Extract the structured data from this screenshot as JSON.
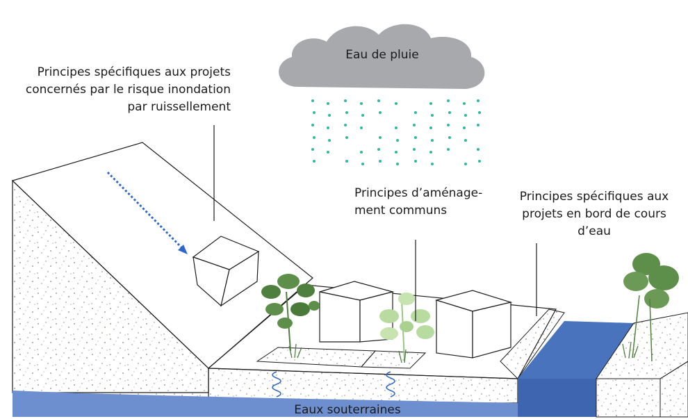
{
  "cloud_label": "Eau de pluie",
  "runoff_principles": {
    "line1": "Principes spécifiques aux projets",
    "line2": "concernés par le risque inondation",
    "line3": "par ruissellement"
  },
  "common_principles": {
    "line1": "Principes d’aménage-",
    "line2": "ment communs"
  },
  "riverside_principles": {
    "line1": "Principes spécifiques aux",
    "line2": "projets en bord de cours",
    "line3": "d’eau"
  },
  "groundwater_label": "Eaux souterraines",
  "colors": {
    "cloud": "#a7a9ac",
    "rain": "#2fb8a0",
    "runoff_arrow": "#2e66c9",
    "water": "#4a73bd",
    "groundwater": "#6d8fd0",
    "tree_dark": "#4f7f3e",
    "tree_light": "#b8dba0",
    "soil_dots": "#8a8070"
  }
}
